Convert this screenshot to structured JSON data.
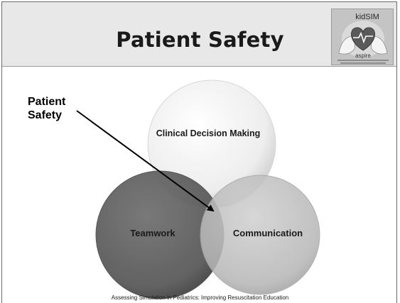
{
  "slide": {
    "title": "Patient Safety",
    "footer": "Assessing Simulation in Pediatrics: Improving Resuscitation Education"
  },
  "logo": {
    "top_text": "kidSIM",
    "bottom_text": "aspire",
    "icon": "heart-with-hands-icon"
  },
  "diagram": {
    "circles": [
      {
        "label": "Clinical Decision Making",
        "color": "#e6e6e6"
      },
      {
        "label": "Teamwork",
        "color": "#555555"
      },
      {
        "label": "Communication",
        "color": "#b9b9b9"
      }
    ],
    "pointer_label": "Patient Safety"
  },
  "colors": {
    "header_bg": "#e8e8e8",
    "frame": "#6b6b6b",
    "text": "#1a1a1a"
  }
}
